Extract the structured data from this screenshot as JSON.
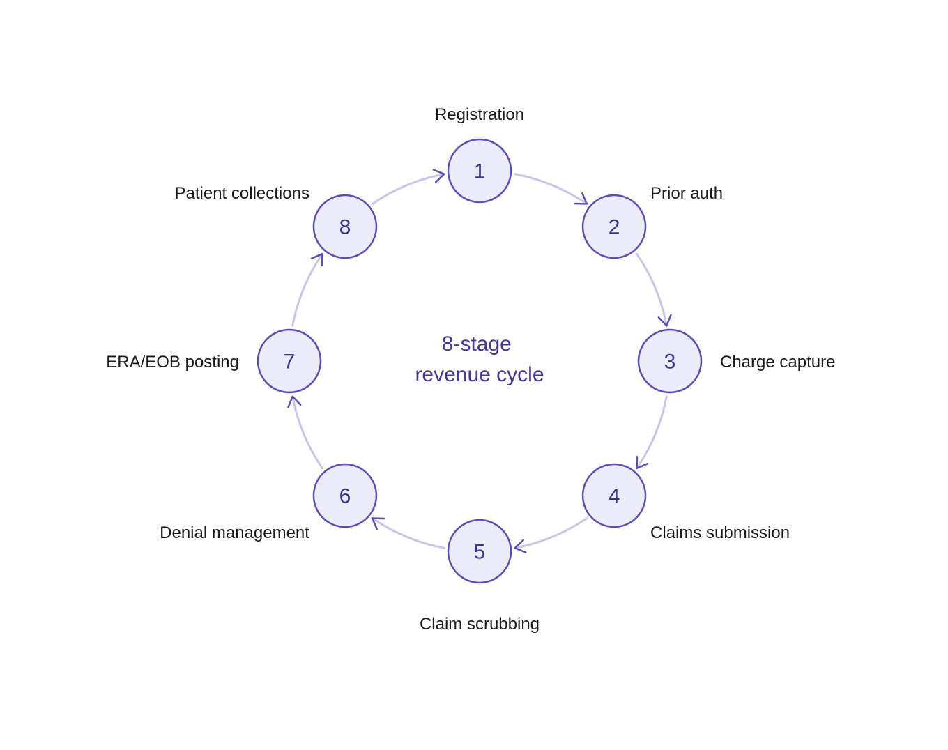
{
  "diagram": {
    "center_title": {
      "line1": "8-stage",
      "line2": "revenue cycle"
    },
    "stages": [
      {
        "number": "1",
        "label": "Registration"
      },
      {
        "number": "2",
        "label": "Prior auth"
      },
      {
        "number": "3",
        "label": "Charge capture"
      },
      {
        "number": "4",
        "label": "Claims submission"
      },
      {
        "number": "5",
        "label": "Claim scrubbing"
      },
      {
        "number": "6",
        "label": "Denial management"
      },
      {
        "number": "7",
        "label": "ERA/EOB posting"
      },
      {
        "number": "8",
        "label": "Patient collections"
      }
    ],
    "colors": {
      "node_fill": "#ecebfa",
      "node_stroke": "#5b4db8",
      "node_text": "#3e3196",
      "arc": "#c9c4ea",
      "arrow_head": "#5b4db8",
      "label_text": "#1a1a1a",
      "center_text": "#4536a0"
    }
  }
}
